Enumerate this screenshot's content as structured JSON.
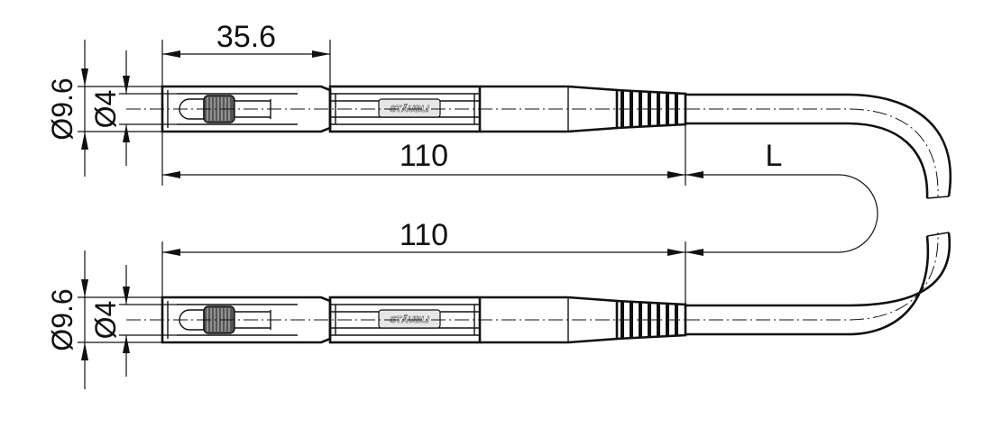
{
  "dimensions": {
    "top_socket_length": "35.6",
    "top_outer_diameter": "Ø9.6",
    "top_inner_diameter": "Ø4",
    "top_overall_length": "110",
    "cable_length": "L",
    "bottom_overall_length": "110",
    "bottom_outer_diameter": "Ø9.6",
    "bottom_inner_diameter": "Ø4"
  },
  "brand": {
    "logo_text_top": "STÄUBLI",
    "logo_text_bottom": "STÄUBLI"
  }
}
